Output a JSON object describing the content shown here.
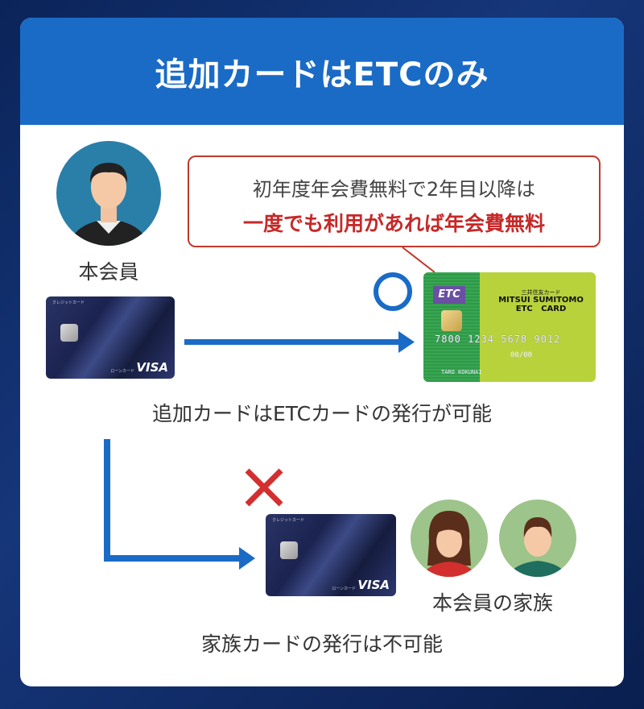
{
  "header": {
    "title": "追加カードはETCのみ"
  },
  "member": {
    "label": "本会員"
  },
  "callout": {
    "line1": "初年度年会費無料で2年目以降は",
    "line2": "一度でも利用があれば年会費無料"
  },
  "credit_card": {
    "top_label": "クレジットカード",
    "bottom_label": "ローンカード",
    "brand": "VISA"
  },
  "etc_card": {
    "logo": "ETC",
    "issuer_jp": "三井住友カード",
    "name_line1": "MITSUI SUMITOMO",
    "name_line2": "ETC   CARD",
    "number": "7800 1234 5678 9012",
    "expiry": "00/00",
    "holder": "TARO KOKUNAI"
  },
  "etc_caption": "追加カードはETCカードの発行が可能",
  "family": {
    "label": "本会員の家族"
  },
  "family_caption": "家族カードの発行は不可能",
  "colors": {
    "accent_blue": "#1a6bc6",
    "red": "#c62828",
    "avatar_teal": "#2a7fa8",
    "avatar_green": "#9dc48a"
  },
  "icons": {
    "ok": "circle-icon",
    "ng": "cross-icon"
  }
}
